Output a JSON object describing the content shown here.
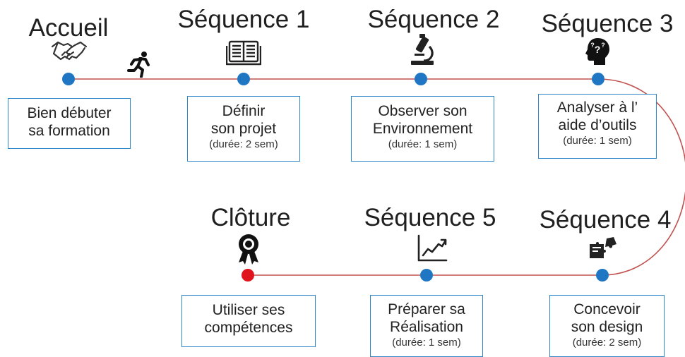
{
  "stations": [
    {
      "title": "Accueil",
      "lines": [
        "Bien débuter",
        "sa formation"
      ],
      "duration": ""
    },
    {
      "title": "Séquence 1",
      "lines": [
        "Définir",
        "son projet"
      ],
      "duration": "(durée: 2 sem)"
    },
    {
      "title": "Séquence 2",
      "lines": [
        "Observer son",
        "Environnement"
      ],
      "duration": "(durée: 1 sem)"
    },
    {
      "title": "Séquence 3",
      "lines": [
        "Analyser à l’",
        "aide d’outils"
      ],
      "duration": "(durée: 1 sem)"
    },
    {
      "title": "Séquence 4",
      "lines": [
        "Concevoir",
        "son design"
      ],
      "duration": "(durée: 2 sem)"
    },
    {
      "title": "Séquence 5",
      "lines": [
        "Préparer sa",
        "Réalisation"
      ],
      "duration": "(durée: 1 sem)"
    },
    {
      "title": "Clôture",
      "lines": [
        "Utiliser ses",
        "compétences"
      ],
      "duration": ""
    }
  ],
  "icons": {
    "accueil": "handshake-icon",
    "runner": "running-person-icon",
    "seq1": "open-book-icon",
    "seq2": "microscope-icon",
    "seq3": "thinking-head-icon",
    "seq4": "puzzle-icon",
    "seq5": "growth-chart-icon",
    "cloture": "award-ribbon-icon"
  },
  "colors": {
    "line": "#c0504d",
    "dot": "#1f77c4",
    "end_dot": "#e0141c",
    "box_border": "#2e86c9"
  }
}
